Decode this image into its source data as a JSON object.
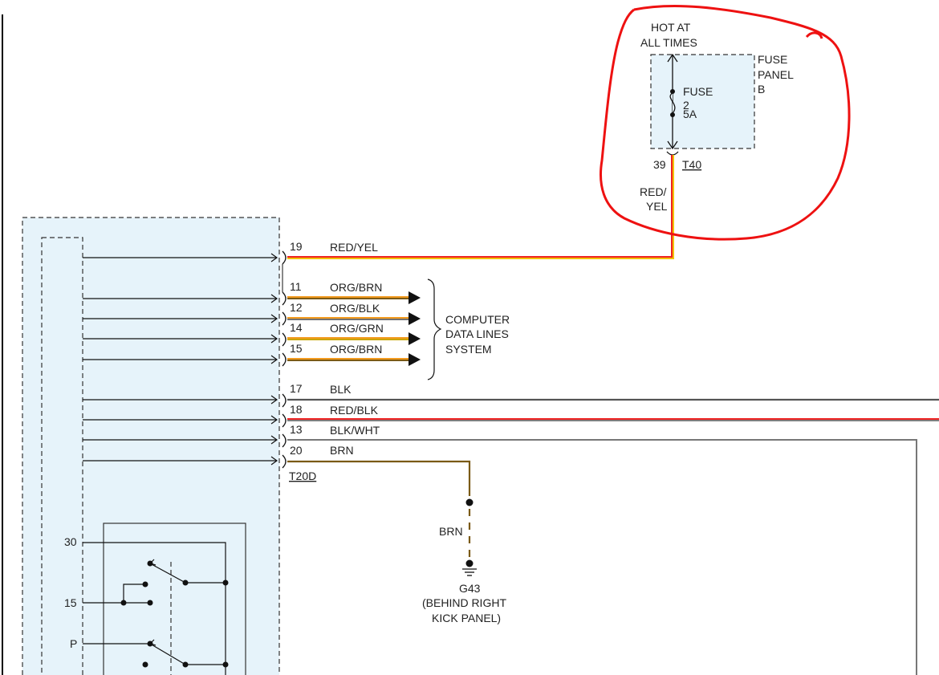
{
  "fuse_panel": {
    "hot_line1": "HOT AT",
    "hot_line2": "ALL TIMES",
    "panel_line1": "FUSE",
    "panel_line2": "PANEL",
    "panel_line3": "B",
    "fuse_line1": "FUSE",
    "fuse_line2": "2",
    "fuse_line3": "5A",
    "pin": "39",
    "connector": "T40",
    "wire_line1": "RED/",
    "wire_line2": "YEL"
  },
  "wires": [
    {
      "pin": "19",
      "color_label": "RED/YEL"
    },
    {
      "pin": "11",
      "color_label": "ORG/BRN"
    },
    {
      "pin": "12",
      "color_label": "ORG/BLK"
    },
    {
      "pin": "14",
      "color_label": "ORG/GRN"
    },
    {
      "pin": "15",
      "color_label": "ORG/BRN"
    },
    {
      "pin": "17",
      "color_label": "BLK"
    },
    {
      "pin": "18",
      "color_label": "RED/BLK"
    },
    {
      "pin": "13",
      "color_label": "BLK/WHT"
    },
    {
      "pin": "20",
      "color_label": "BRN"
    }
  ],
  "connector_main": "T20D",
  "data_lines": {
    "line1": "COMPUTER",
    "line2": "DATA LINES",
    "line3": "SYSTEM"
  },
  "ground": {
    "wire_label": "BRN",
    "name": "G43",
    "location_line1": "(BEHIND RIGHT",
    "location_line2": "KICK PANEL)"
  },
  "switch_terminals": [
    "30",
    "15",
    "P"
  ],
  "colors": {
    "module_fill": "#e6f3fa",
    "annotation": "#ee1111",
    "red": "#ee2222",
    "yellow": "#f2c200",
    "orange": "#f39a1e",
    "brown": "#7a5a16",
    "black": "#555555",
    "gray": "#777777"
  }
}
